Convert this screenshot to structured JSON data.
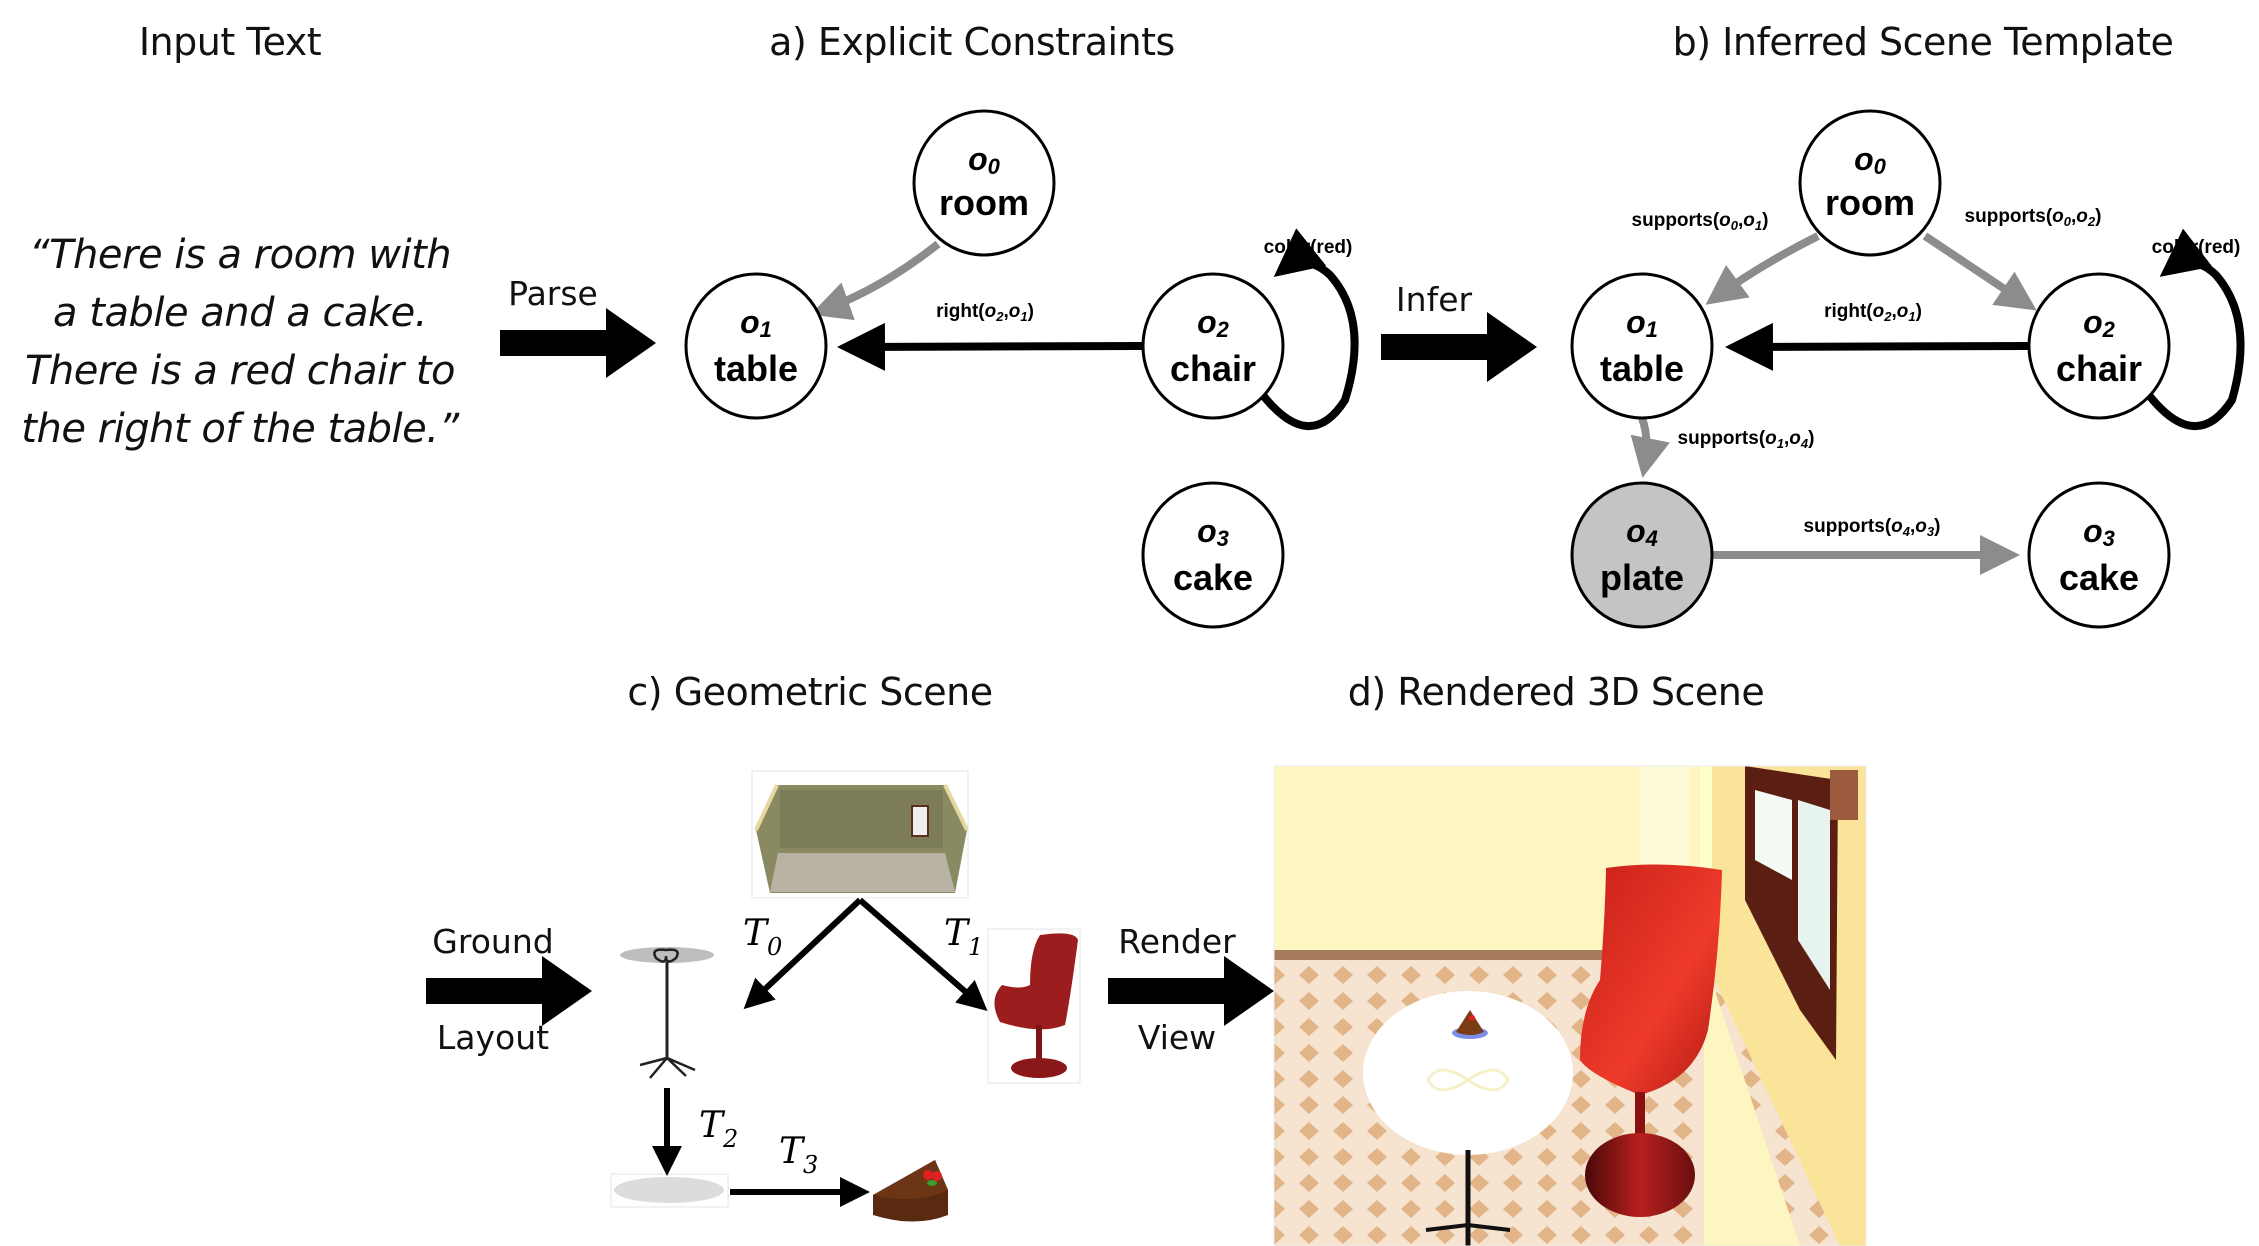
{
  "sections": {
    "input_text": {
      "title": "Input Text",
      "quote_lines": [
        "“There is a room with",
        "a table and a cake.",
        "There is a red chair to",
        "the right of the table.”"
      ]
    },
    "explicit": {
      "title": "a) Explicit Constraints"
    },
    "inferred": {
      "title": "b) Inferred Scene Template"
    },
    "geometric": {
      "title": "c) Geometric Scene"
    },
    "rendered": {
      "title": "d) Rendered 3D Scene"
    }
  },
  "arrows": {
    "parse": "Parse",
    "infer": "Infer",
    "ground_top": "Ground",
    "ground_bottom": "Layout",
    "render_top": "Render",
    "render_bottom": "View"
  },
  "explicit_graph": {
    "nodes": [
      {
        "id": "o",
        "sub": "0",
        "name": "room",
        "inferred": false
      },
      {
        "id": "o",
        "sub": "1",
        "name": "table",
        "inferred": false
      },
      {
        "id": "o",
        "sub": "2",
        "name": "chair",
        "inferred": false
      },
      {
        "id": "o",
        "sub": "3",
        "name": "cake",
        "inferred": false
      }
    ],
    "edges": [
      {
        "from": "o0",
        "to": "o1",
        "label": "",
        "kind": "support"
      },
      {
        "from": "o2",
        "to": "o1",
        "label_pre": "right(",
        "args": [
          "o",
          "2",
          "o",
          "1"
        ],
        "kind": "explicit"
      },
      {
        "from": "o2",
        "to": "o2",
        "label": "color(red)",
        "kind": "explicit"
      }
    ]
  },
  "inferred_graph": {
    "nodes": [
      {
        "id": "o",
        "sub": "0",
        "name": "room",
        "inferred": false
      },
      {
        "id": "o",
        "sub": "1",
        "name": "table",
        "inferred": false
      },
      {
        "id": "o",
        "sub": "2",
        "name": "chair",
        "inferred": false
      },
      {
        "id": "o",
        "sub": "4",
        "name": "plate",
        "inferred": true
      },
      {
        "id": "o",
        "sub": "3",
        "name": "cake",
        "inferred": false
      }
    ],
    "edges": [
      {
        "from": "o0",
        "to": "o1",
        "label_pre": "supports(",
        "args": [
          "o",
          "0",
          "o",
          "1"
        ],
        "kind": "support"
      },
      {
        "from": "o0",
        "to": "o2",
        "label_pre": "supports(",
        "args": [
          "o",
          "0",
          "o",
          "2"
        ],
        "kind": "support"
      },
      {
        "from": "o2",
        "to": "o1",
        "label_pre": "right(",
        "args": [
          "o",
          "2",
          "o",
          "1"
        ],
        "kind": "explicit"
      },
      {
        "from": "o2",
        "to": "o2",
        "label": "color(red)",
        "kind": "explicit"
      },
      {
        "from": "o1",
        "to": "o4",
        "label_pre": "supports(",
        "args": [
          "o",
          "1",
          "o",
          "4"
        ],
        "kind": "support"
      },
      {
        "from": "o4",
        "to": "o3",
        "label_pre": "supports(",
        "args": [
          "o",
          "4",
          "o",
          "3"
        ],
        "kind": "support"
      }
    ]
  },
  "geometric_scene": {
    "objects": [
      "room",
      "table",
      "chair",
      "plate",
      "cake"
    ],
    "transforms": [
      {
        "T": "T",
        "sub": "0",
        "from": "room",
        "to": "table"
      },
      {
        "T": "T",
        "sub": "1",
        "from": "room",
        "to": "chair"
      },
      {
        "T": "T",
        "sub": "2",
        "from": "table",
        "to": "plate"
      },
      {
        "T": "T",
        "sub": "3",
        "from": "plate",
        "to": "cake"
      }
    ]
  },
  "colors": {
    "support_edge": "#8c8c8c",
    "explicit_edge": "#000000",
    "inferred_node_fill": "#c4c4c4",
    "node_fill": "#ffffff",
    "chair_red": "#d42a20",
    "wall_yellow": "#fdf6c0",
    "floor_light": "#f6e3d0",
    "floor_tile": "#e2b588"
  }
}
